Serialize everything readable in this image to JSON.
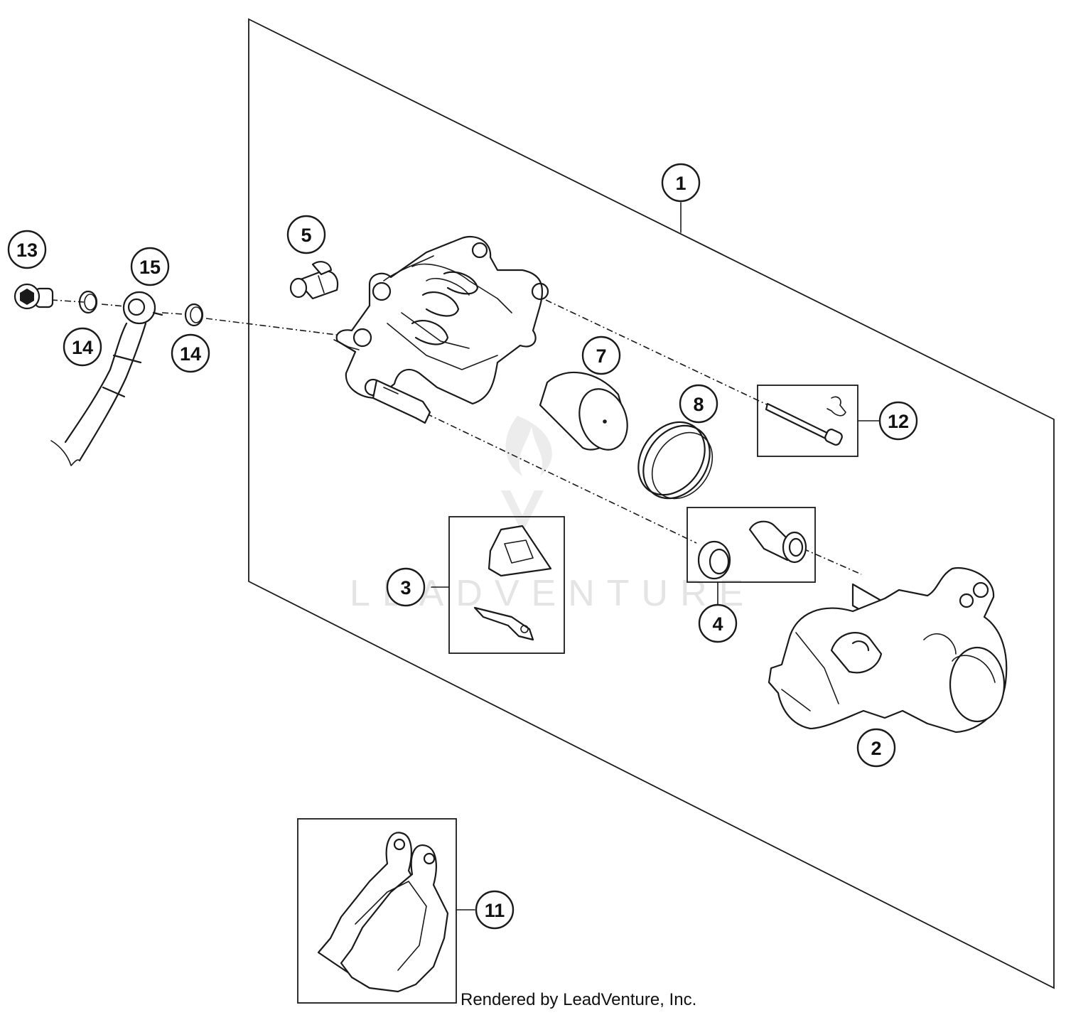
{
  "watermark": "LEADVENTURE",
  "credit": "Rendered by LeadVenture, Inc.",
  "callouts": [
    {
      "id": "c1",
      "label": "1"
    },
    {
      "id": "c2",
      "label": "2"
    },
    {
      "id": "c3",
      "label": "3"
    },
    {
      "id": "c4",
      "label": "4"
    },
    {
      "id": "c5",
      "label": "5"
    },
    {
      "id": "c7",
      "label": "7"
    },
    {
      "id": "c8",
      "label": "8"
    },
    {
      "id": "c11",
      "label": "11"
    },
    {
      "id": "c12",
      "label": "12"
    },
    {
      "id": "c13",
      "label": "13"
    },
    {
      "id": "c14a",
      "label": "14"
    },
    {
      "id": "c14b",
      "label": "14"
    },
    {
      "id": "c15",
      "label": "15"
    }
  ]
}
